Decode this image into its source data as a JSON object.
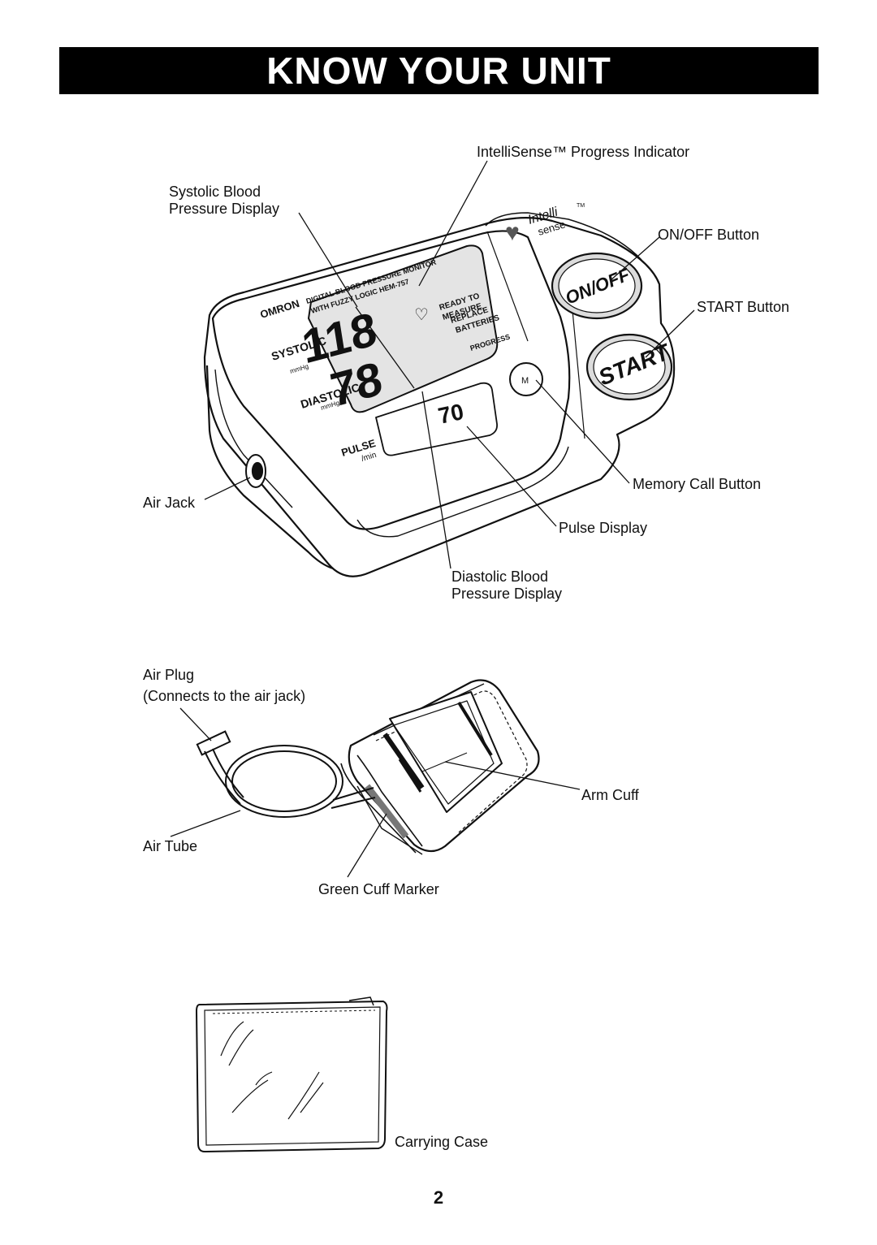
{
  "page_title": "KNOW YOUR UNIT",
  "page_number": "2",
  "labels": {
    "intellisense_indicator": "IntelliSense™ Progress Indicator",
    "systolic_line1": "Systolic Blood",
    "systolic_line2": "Pressure Display",
    "on_off_button": "ON/OFF Button",
    "start_button": "START Button",
    "memory_call_button": "Memory Call Button",
    "air_jack": "Air Jack",
    "pulse_display": "Pulse Display",
    "diastolic_line1": "Diastolic Blood",
    "diastolic_line2": "Pressure Display",
    "air_plug": "Air Plug",
    "air_plug_note": "(Connects to the air jack)",
    "arm_cuff": "Arm Cuff",
    "air_tube": "Air Tube",
    "green_cuff_marker": "Green Cuff Marker",
    "carrying_case": "Carrying Case"
  },
  "device": {
    "brand": "OMRON",
    "model_line1": "DIGITAL BLOOD PRESSURE MONITOR",
    "model_line2": "WITH FUZZY LOGIC HEM-757",
    "systolic_label": "SYSTOLIC",
    "diastolic_label": "DIASTOLIC",
    "unit_mmhg": "mmHg",
    "pulse_label": "PULSE",
    "pulse_unit": "/min",
    "ready_to": "READY TO",
    "measure": "MEASURE",
    "replace": "REPLACE",
    "batteries": "BATTERIES",
    "progress": "PROGRESS",
    "systolic_value": "118",
    "diastolic_value": "78",
    "pulse_value": "70",
    "memory_key": "M",
    "on_off_key": "ON/OFF",
    "start_key": "START",
    "logo_intelli": "Intelli",
    "logo_sense": "sense",
    "logo_tm": "TM"
  }
}
